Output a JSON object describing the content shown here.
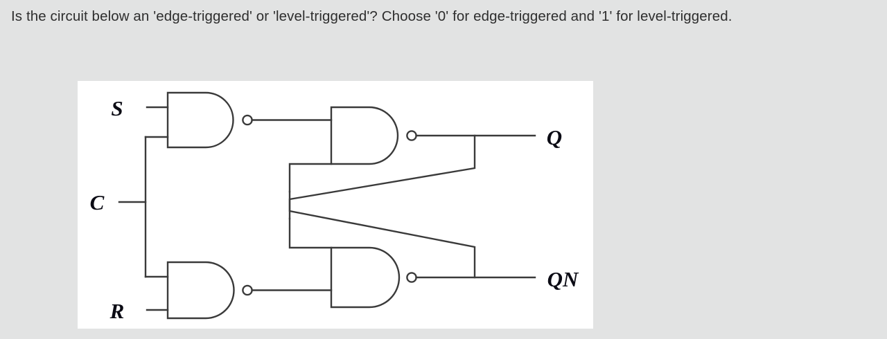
{
  "question": {
    "text": "Is the circuit below an 'edge-triggered' or 'level-triggered'? Choose '0' for edge-triggered and '1' for level-triggered.",
    "text_color": "#2e2e2e",
    "background_color": "#e2e3e3"
  },
  "figure": {
    "name": "gated-sr-latch-nand-circuit",
    "panel_background": "#ffffff",
    "wire_color": "#3a3a3a",
    "label_color": "#0b0b14",
    "inputs": [
      {
        "id": "S",
        "label": "S"
      },
      {
        "id": "C",
        "label": "C"
      },
      {
        "id": "R",
        "label": "R"
      }
    ],
    "outputs": [
      {
        "id": "Q",
        "label": "Q"
      },
      {
        "id": "QN",
        "label": "QN"
      }
    ],
    "gates": [
      {
        "id": "nand-s",
        "type": "NAND",
        "position": "top-left"
      },
      {
        "id": "nand-q",
        "type": "NAND",
        "position": "top-right"
      },
      {
        "id": "nand-r",
        "type": "NAND",
        "position": "bottom-left"
      },
      {
        "id": "nand-qn",
        "type": "NAND",
        "position": "bottom-right"
      }
    ]
  }
}
